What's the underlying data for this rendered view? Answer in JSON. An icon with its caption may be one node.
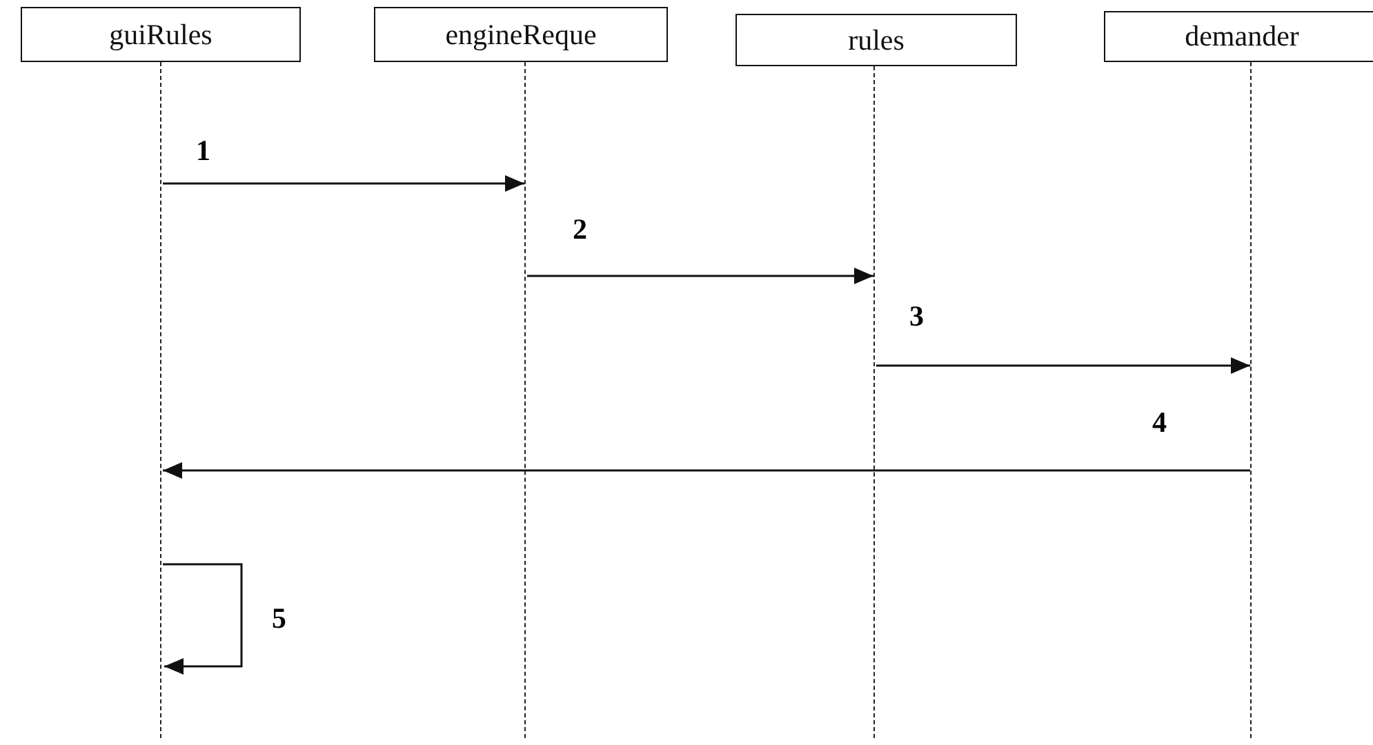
{
  "diagram": {
    "nodes": [
      {
        "text": [
          "guiRules"
        ]
      },
      {
        "text": [
          "engineReque"
        ]
      },
      {
        "text": [
          "rules"
        ]
      },
      {
        "text": [
          "demander"
        ]
      },
      {
        "text": [],
        "shape": "line"
      },
      {
        "text": [],
        "shape": "line"
      },
      {
        "text": [],
        "shape": "line"
      },
      {
        "text": [],
        "shape": "line"
      }
    ],
    "edges": [
      {
        "from": 4,
        "to": 5,
        "arrow": "to",
        "label": "1"
      },
      {
        "from": 5,
        "to": 6,
        "arrow": "to",
        "label": "2"
      },
      {
        "from": 6,
        "to": 7,
        "arrow": "to",
        "label": "3"
      },
      {
        "from": 7,
        "to": 4,
        "arrow": "to",
        "label": "4"
      },
      {
        "from": 4,
        "to": 4,
        "arrow": "to",
        "label": "5"
      }
    ]
  }
}
